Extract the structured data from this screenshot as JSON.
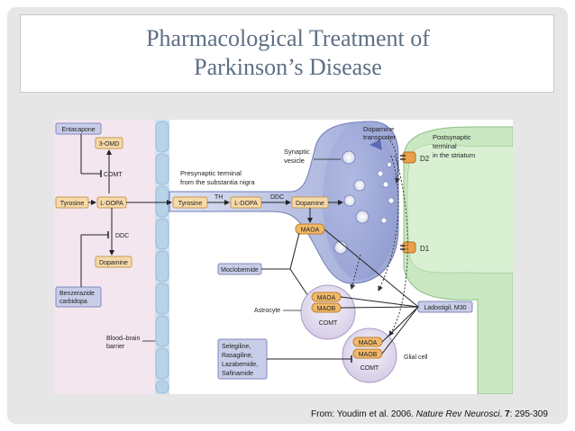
{
  "slide": {
    "title_line1": "Pharmacological Treatment of",
    "title_line2": "Parkinson’s Disease"
  },
  "diagram": {
    "drugs": {
      "entacapone": "Entacapone",
      "benserazide": "Benzerazide",
      "carbidopa": "carbidopa",
      "moclobemide": "Moclobemide",
      "ladostigil": "Ladostigil, M30",
      "selegiline": "Selegiline,",
      "rasagiline": "Rasagiline,",
      "lazabemide": "Lazabemide,",
      "safinamide": "Safinamide"
    },
    "molecules": {
      "omd": "3-OMD",
      "tyrosine": "Tyrosine",
      "ldopa": "L-DOPA",
      "dopamine": "Dopamine"
    },
    "enzymes": {
      "comt": "COMT",
      "ddc": "DDC",
      "th": "TH",
      "maoa": "MAOA",
      "maob": "MAOB"
    },
    "labels": {
      "presynaptic_line1": "Presynaptic terminal",
      "presynaptic_line2": "from the substantia nigra",
      "synaptic_line1": "Synaptic",
      "synaptic_line2": "vesicle",
      "transporter_line1": "Dopamine",
      "transporter_line2": "transporter",
      "postsynaptic_line1": "Postsynaptic",
      "postsynaptic_line2": "terminal",
      "postsynaptic_line3": "in the striatum",
      "d2": "D2",
      "d1": "D1",
      "astrocyte": "Astrocyte",
      "glial": "Glial cell",
      "bbb_line1": "Blood–brain",
      "bbb_line2": "barrier"
    }
  },
  "caption": {
    "from": "From: Youdim et al. 2006. ",
    "journal": "Nature Rev Neurosci",
    "period": ". ",
    "volume": "7",
    "pages": ": 295-309"
  }
}
